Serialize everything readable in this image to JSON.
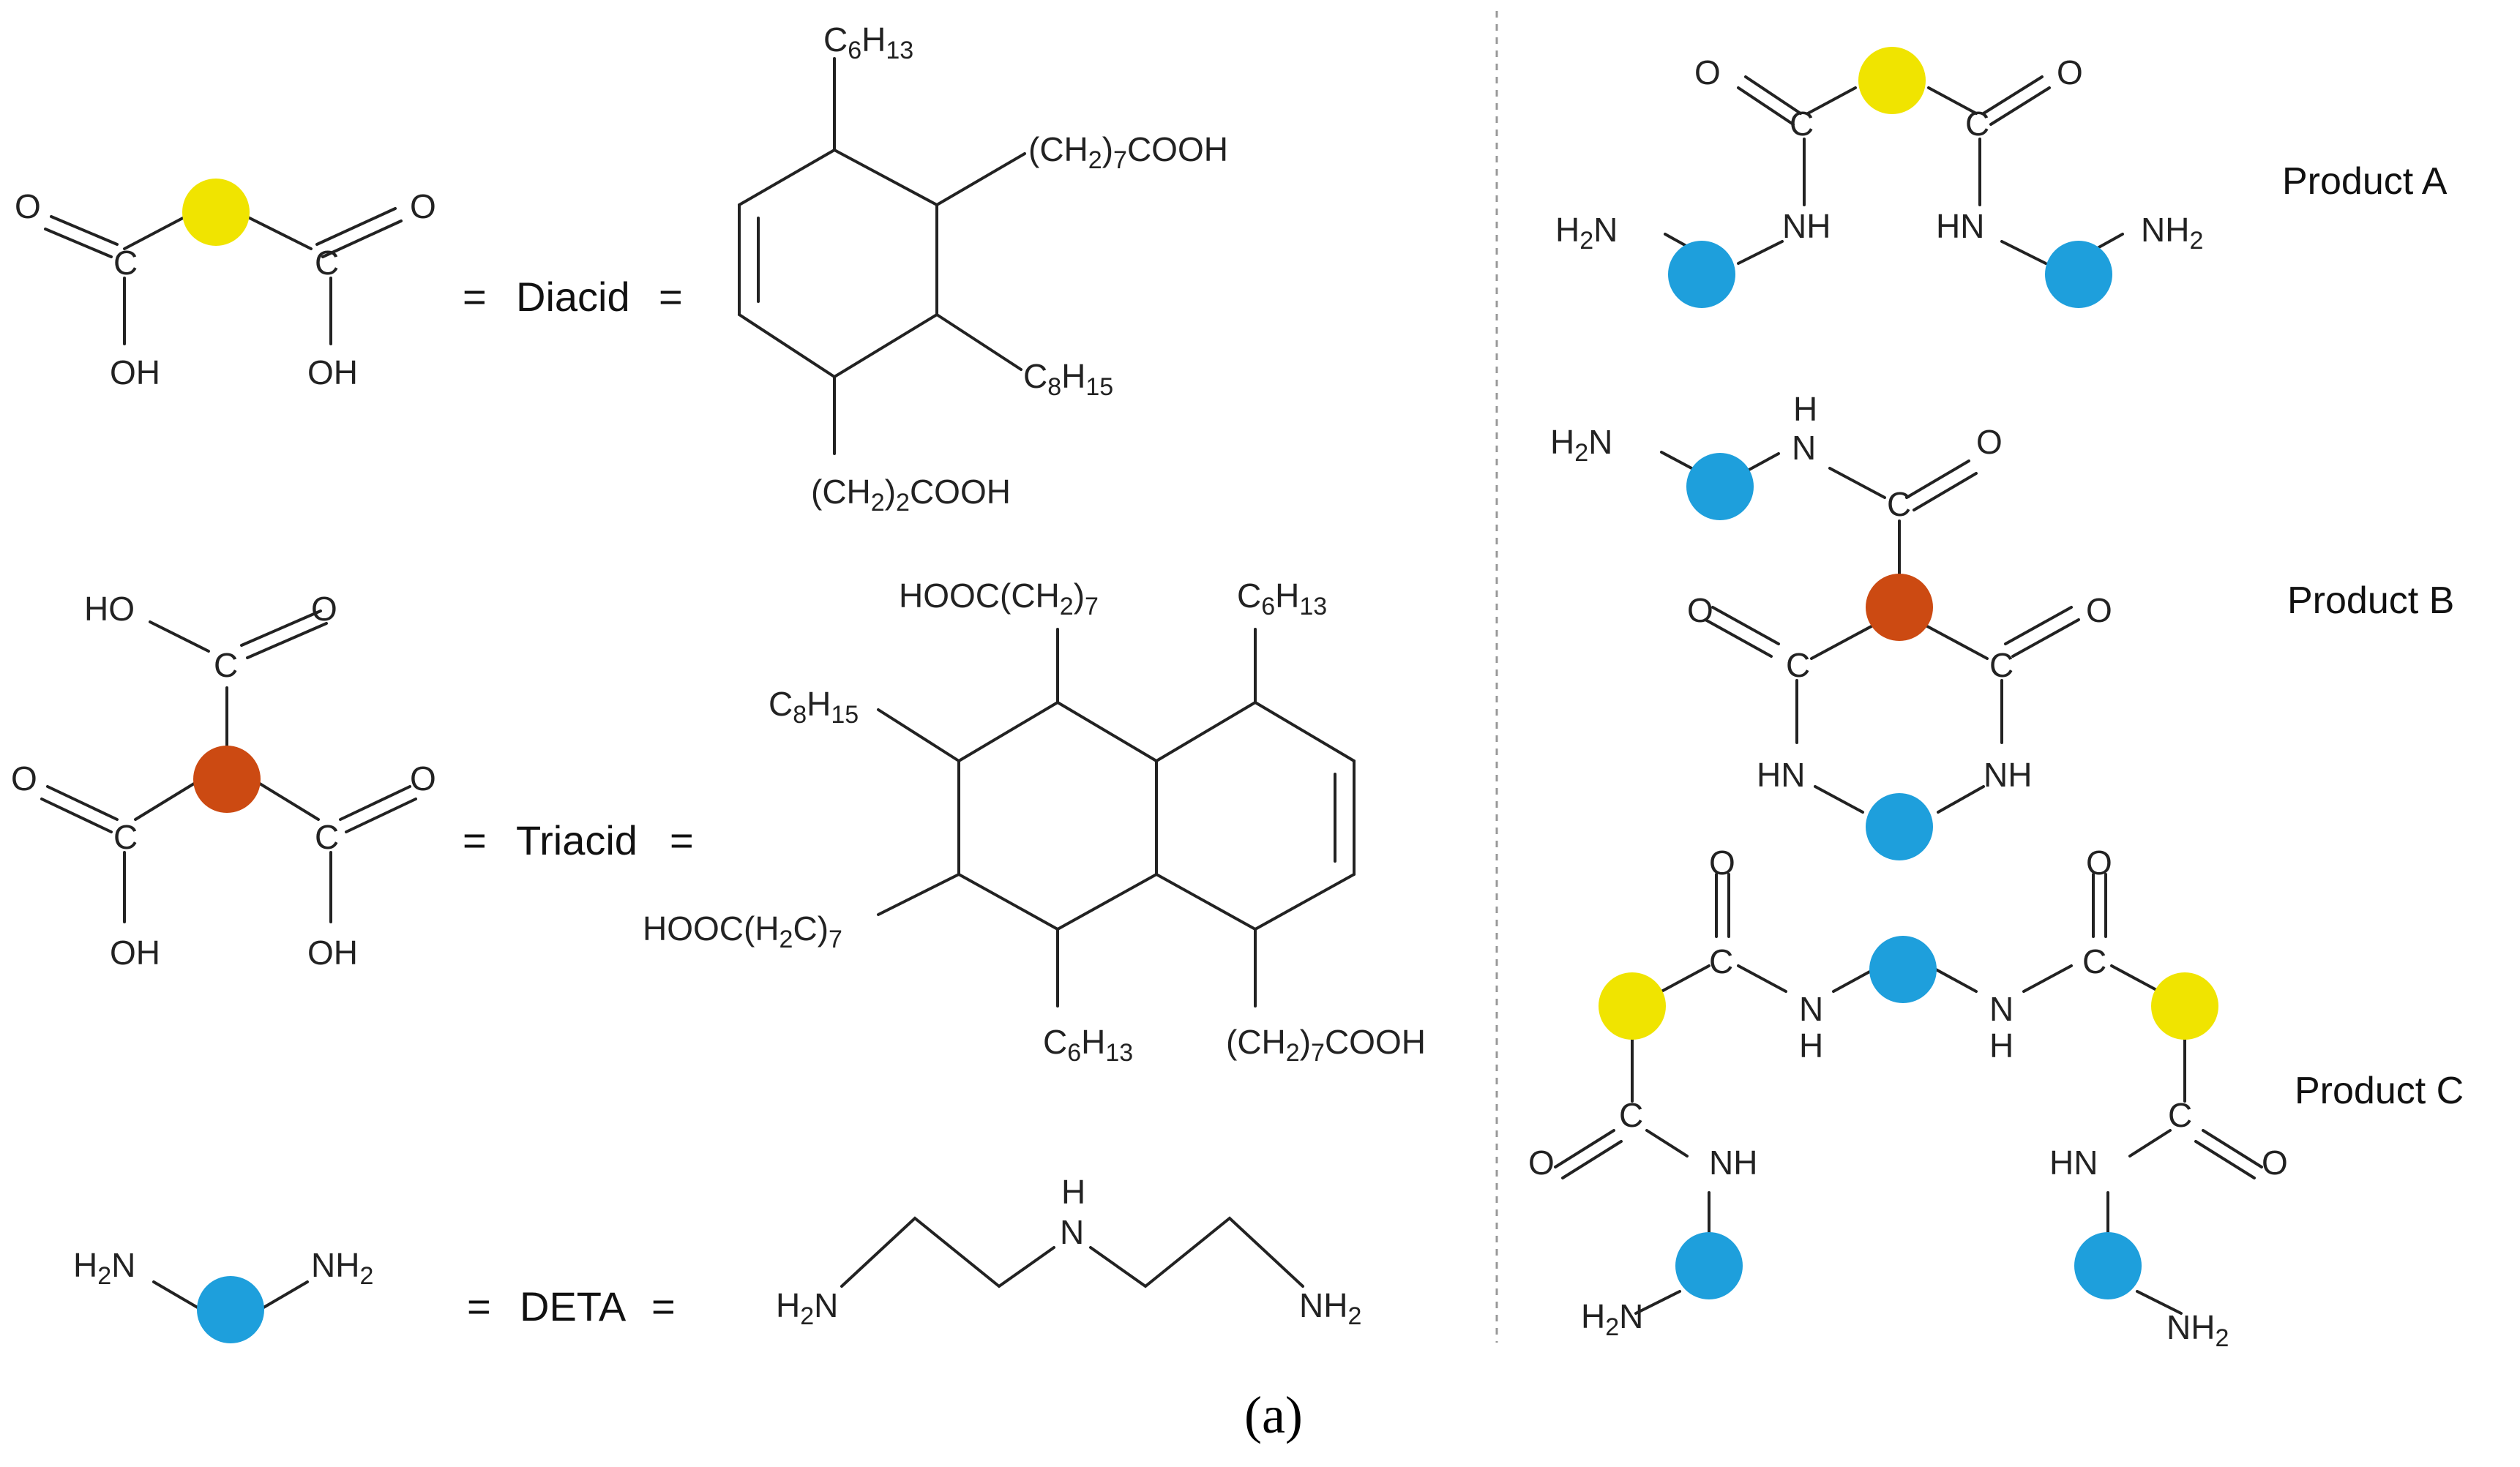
{
  "colors": {
    "diacid_ball": "#f0e400",
    "triacid_ball": "#cc4a12",
    "deta_ball": "#1e9fdc",
    "bond": "#222222",
    "divider": "#999999"
  },
  "atoms": {
    "O": "O",
    "C": "C",
    "H": "H",
    "OH": "OH",
    "HO": "HO",
    "NH": "NH",
    "HN": "HN",
    "NH2": "NH2",
    "H2N": "H2N",
    "N": "N"
  },
  "legend": {
    "diacid": {
      "name": "Diacid",
      "equals": "="
    },
    "triacid": {
      "name": "Triacid",
      "equals": "="
    },
    "deta": {
      "name": "DETA",
      "equals": "="
    }
  },
  "diacid_structure": {
    "c6h13": "C6H13",
    "ch2_7_cooh": "(CH2)7COOH",
    "c8h15": "C8H15",
    "ch2_2_cooh": "(CH2)2COOH"
  },
  "triacid_structure": {
    "hooc_ch2_7": "HOOC(CH2)7",
    "c6h13_top": "C6H13",
    "c8h15": "C8H15",
    "hooc_h2c_7": "HOOC(H2C)7",
    "c6h13_bottom": "C6H13",
    "ch2_7_cooh": "(CH2)7COOH"
  },
  "products": {
    "a": "Product A",
    "b": "Product B",
    "c": "Product C"
  },
  "caption": "(a)"
}
